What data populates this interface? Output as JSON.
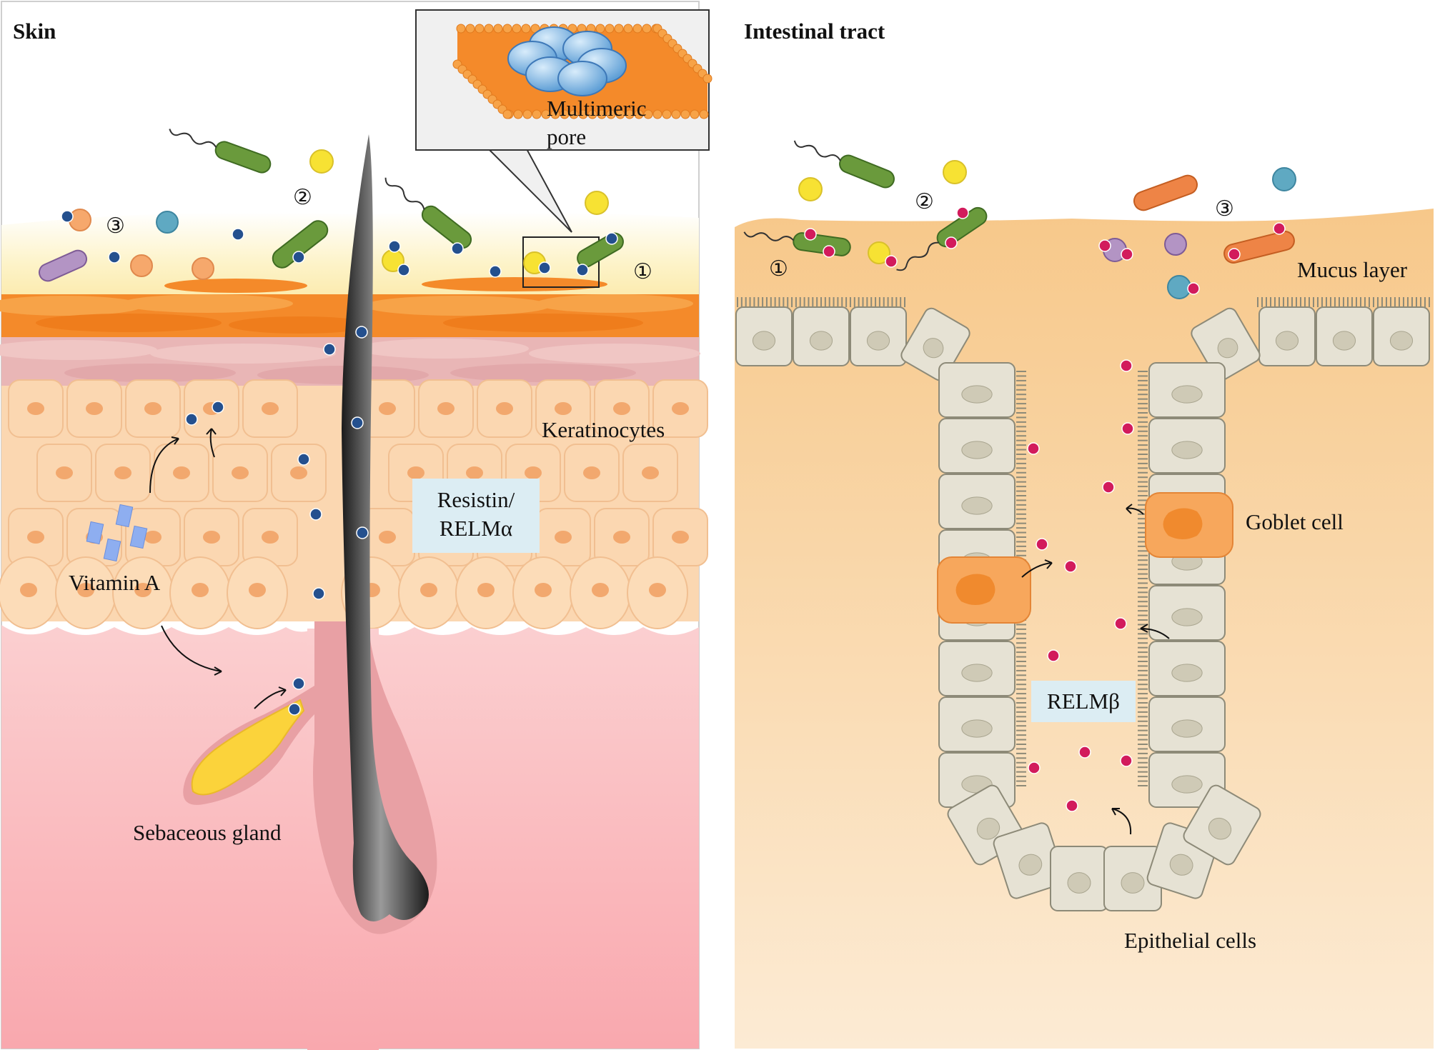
{
  "panels": {
    "skin": {
      "title": "Skin",
      "labels": {
        "multimeric_pore": [
          "Multimeric",
          "pore"
        ],
        "keratinocytes": "Keratinocytes",
        "resistin": [
          "Resistin/",
          "RELMα"
        ],
        "vitamin_a": "Vitamin A",
        "sebaceous_gland": "Sebaceous gland"
      },
      "markers": [
        "①",
        "②",
        "③"
      ]
    },
    "intestine": {
      "title": "Intestinal tract",
      "labels": {
        "mucus_layer": "Mucus layer",
        "goblet_cell": "Goblet cell",
        "relm_beta": "RELMβ",
        "epithelial_cells": "Epithelial cells"
      },
      "markers": [
        "①",
        "②",
        "③"
      ]
    }
  },
  "colors": {
    "skin_surface": "#fdf3c8",
    "stratum_corneum": "#f48a2a",
    "granular_layer": "#e9b6b6",
    "keratinocyte": "#fbd7b1",
    "keratinocyte_nucleus": "#f2a86e",
    "dermis": "#fbb9bd",
    "sebaceous_gland": "#fbd33b",
    "hair": "#222222",
    "resistin_dot": "#24508e",
    "vitamin_a": "#8eaef0",
    "label_box": "#dcedf3",
    "intestine_lumen": "#f6c98d",
    "epithelial_cell": "#e6e2d4",
    "goblet_cell": "#f7a75c",
    "relmb_dot": "#d21b5c",
    "bacterium_green": "#6a9a3c",
    "bacterium_orange": "#ee8446",
    "bacterium_purple": "#b394c4",
    "coccus_yellow": "#f7e233",
    "coccus_orange": "#f6a86c",
    "coccus_blue": "#5fa9c2"
  },
  "icons": [
    "rod-bacterium-icon",
    "coccus-icon",
    "flagellum-icon",
    "lipid-bilayer-icon",
    "arrow-icon"
  ]
}
